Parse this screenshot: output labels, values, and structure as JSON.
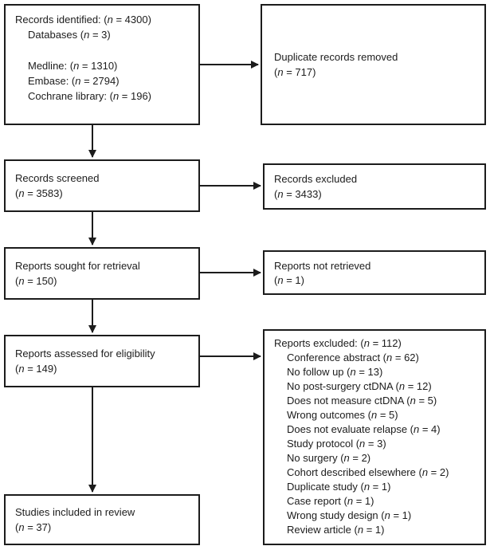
{
  "diagram": {
    "type": "prisma-flow",
    "background": "#ffffff",
    "line_color": "#1c1c1c"
  },
  "boxes": {
    "identified": {
      "lines": [
        {
          "text": "Records identified: (n = 4300)",
          "indent": 0
        },
        {
          "text": "Databases (n = 3)",
          "indent": 1
        },
        {
          "text": "",
          "indent": 0
        },
        {
          "text": "Medline: (n = 1310)",
          "indent": 1
        },
        {
          "text": "Embase: (n = 2794)",
          "indent": 1
        },
        {
          "text": "Cochrane library: (n = 196)",
          "indent": 1
        }
      ]
    },
    "duplicates_removed": {
      "lines": [
        {
          "text": "Duplicate records removed",
          "indent": 0
        },
        {
          "text": "(n = 717)",
          "indent": 0
        }
      ]
    },
    "screened": {
      "lines": [
        {
          "text": "Records screened",
          "indent": 0
        },
        {
          "text": "(n = 3583)",
          "indent": 0
        }
      ]
    },
    "records_excluded": {
      "lines": [
        {
          "text": "Records excluded",
          "indent": 0
        },
        {
          "text": "(n = 3433)",
          "indent": 0
        }
      ]
    },
    "sought": {
      "lines": [
        {
          "text": "Reports sought for retrieval",
          "indent": 0
        },
        {
          "text": "(n = 150)",
          "indent": 0
        }
      ]
    },
    "not_retrieved": {
      "lines": [
        {
          "text": "Reports not retrieved",
          "indent": 0
        },
        {
          "text": "(n = 1)",
          "indent": 0
        }
      ]
    },
    "assessed": {
      "lines": [
        {
          "text": "Reports assessed for eligibility",
          "indent": 0
        },
        {
          "text": "(n = 149)",
          "indent": 0
        }
      ]
    },
    "reports_excluded": {
      "lines": [
        {
          "text": "Reports excluded: (n = 112)",
          "indent": 0
        },
        {
          "text": "Conference abstract (n = 62)",
          "indent": 1
        },
        {
          "text": "No follow up (n = 13)",
          "indent": 1
        },
        {
          "text": "No post-surgery ctDNA (n = 12)",
          "indent": 1
        },
        {
          "text": "Does not measure ctDNA (n = 5)",
          "indent": 1
        },
        {
          "text": "Wrong outcomes (n = 5)",
          "indent": 1
        },
        {
          "text": "Does not evaluate relapse (n = 4)",
          "indent": 1
        },
        {
          "text": "Study protocol (n = 3)",
          "indent": 1
        },
        {
          "text": "No surgery (n = 2)",
          "indent": 1
        },
        {
          "text": "Cohort described elsewhere (n = 2)",
          "indent": 1
        },
        {
          "text": "Duplicate study (n = 1)",
          "indent": 1
        },
        {
          "text": "Case report (n = 1)",
          "indent": 1
        },
        {
          "text": "Wrong study design (n = 1)",
          "indent": 1
        },
        {
          "text": "Review article (n = 1)",
          "indent": 1
        }
      ]
    },
    "included": {
      "lines": [
        {
          "text": "Studies included in review",
          "indent": 0
        },
        {
          "text": "(n = 37)",
          "indent": 0
        }
      ]
    }
  }
}
